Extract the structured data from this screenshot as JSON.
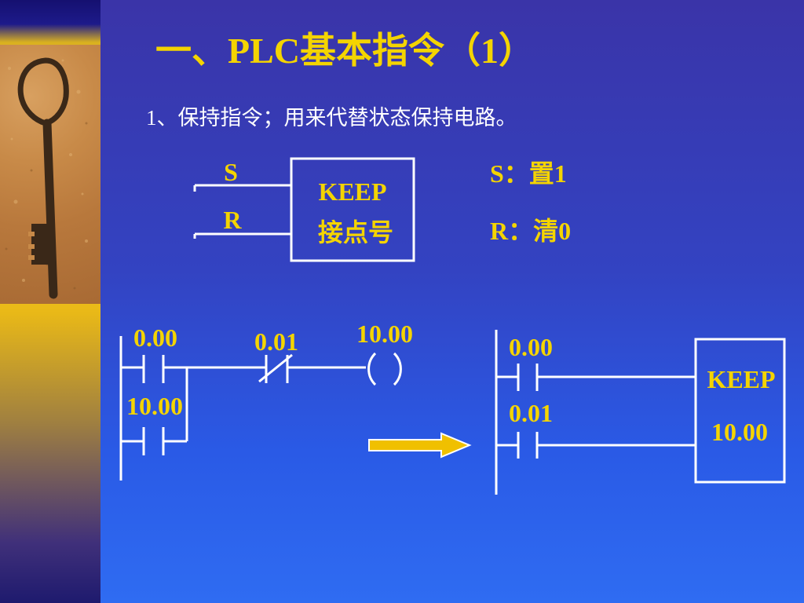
{
  "title": "一、PLC基本指令（1）",
  "subtitle": "1、保持指令；用来代替状态保持电路。",
  "keep_block": {
    "set_input": "S",
    "reset_input": "R",
    "name": "KEEP",
    "operand": "接点号"
  },
  "legend": {
    "set": "S：置1",
    "reset": "R：清0"
  },
  "self_hold_circuit": {
    "contact_start": "0.00",
    "contact_stop": "0.01",
    "coil": "10.00",
    "hold_contact": "10.00"
  },
  "keep_circuit": {
    "set_contact": "0.00",
    "reset_contact": "0.01",
    "block_name": "KEEP",
    "block_operand": "10.00"
  },
  "colors": {
    "text": "#f4d400",
    "lines": "#ffffff",
    "arrow": "#f0c000"
  },
  "icons": {
    "photo": "key-photo",
    "arrow": "right-arrow-icon"
  }
}
